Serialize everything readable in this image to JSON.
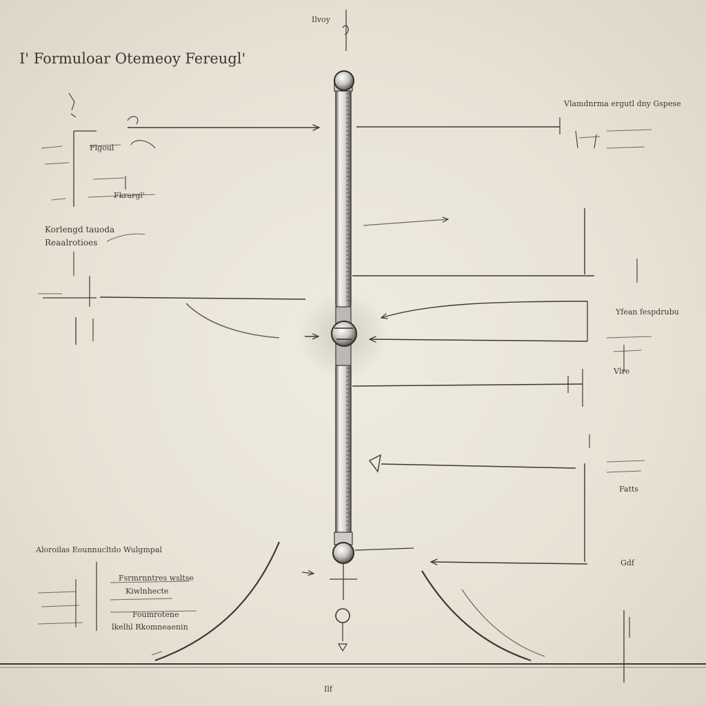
{
  "title": "I' Formuloar Otemeoy Fereugl'",
  "top_mark": "Ilvoy",
  "bottom_mark": "Ilf",
  "labels": {
    "right_top": "Vlamdnrma ergutl dny Gspese",
    "left_mid_1": "Korlengd tauoda",
    "left_mid_2": "Reaalrotioes",
    "right_mid": "Yfean fespdrubu",
    "bottom_left_head": "Aloroilas Eounnucltdo Wulgmpal",
    "bottom_left_1": "Fsrmrnntres wsltse",
    "bottom_left_2": "Kiwlnhecte",
    "bottom_left_3": "Foumrotene",
    "bottom_left_4": "lkelhl Rkomneaenin",
    "left_small_1": "Flgoul",
    "left_small_2": "Fkrargl'",
    "right_small_1": "Fatts",
    "right_small_2": "Vlre",
    "right_small_3": "Gdf"
  }
}
